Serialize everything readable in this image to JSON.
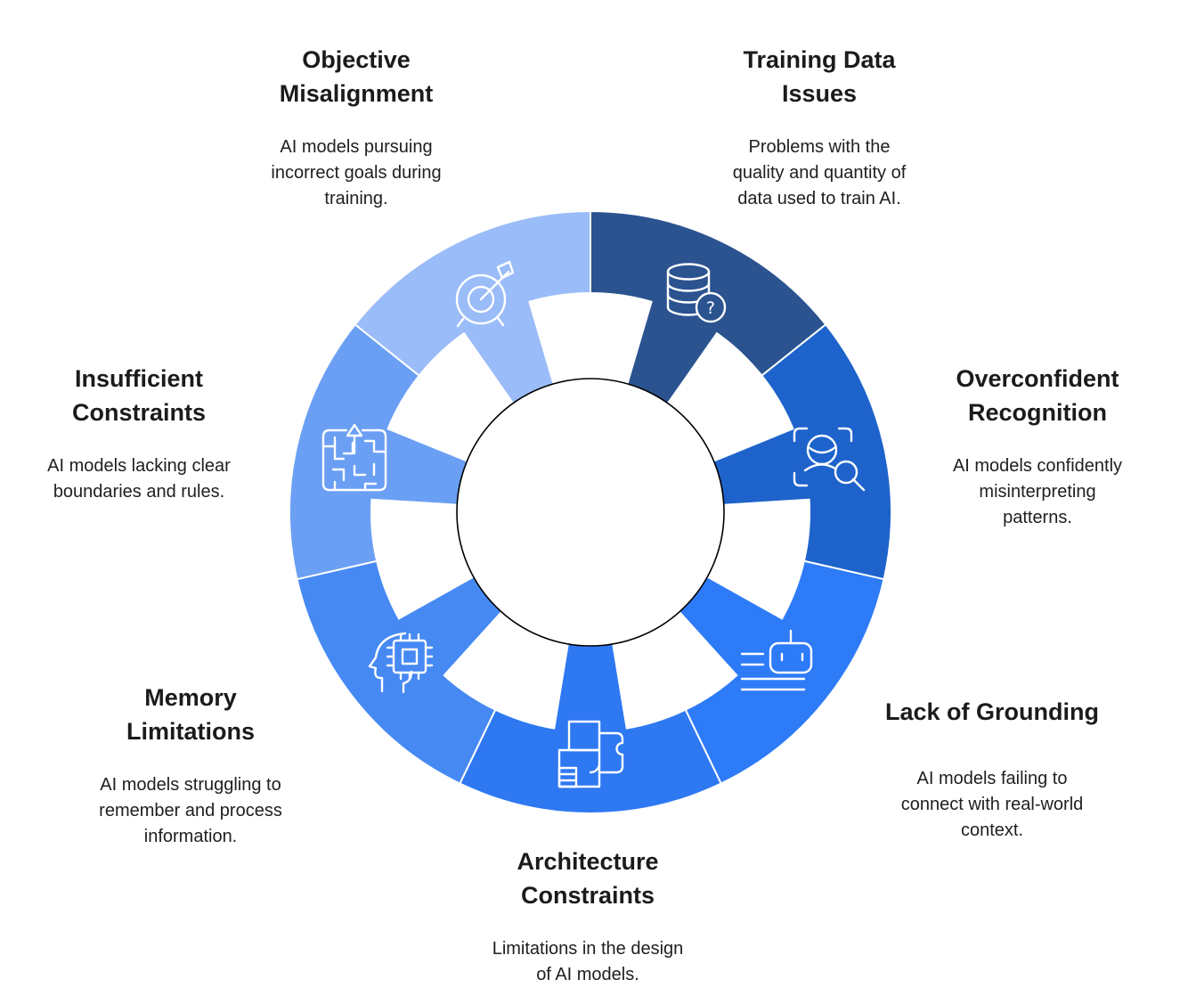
{
  "figure": {
    "background": "#ffffff",
    "divider_color": "#ffffff",
    "center_circle": {
      "fill": "#ffffff",
      "stroke": "#000000"
    }
  },
  "wheel": {
    "segments": [
      {
        "id": "training-data-issues",
        "color": "#2B5390",
        "icon": "database-question-icon",
        "title": "Training Data\nIssues",
        "description": "Problems with the\nquality and quantity of\ndata used to train AI."
      },
      {
        "id": "overconfident-recognition",
        "color": "#1E63CB",
        "icon": "face-scan-icon",
        "title": "Overconfident\nRecognition",
        "description": "AI models confidently\nmisinterpreting\npatterns."
      },
      {
        "id": "lack-of-grounding",
        "color": "#2D7BF7",
        "icon": "robot-lines-icon",
        "title": "Lack of Grounding",
        "description": "AI models failing to\nconnect with real-world\ncontext."
      },
      {
        "id": "architecture-constraints",
        "color": "#2E78F2",
        "icon": "blocks-icon",
        "title": "Architecture\nConstraints",
        "description": "Limitations in the design\nof AI models."
      },
      {
        "id": "memory-limitations",
        "color": "#4689F3",
        "icon": "head-chip-icon",
        "title": "Memory\nLimitations",
        "description": "AI models struggling to\nremember and process\ninformation."
      },
      {
        "id": "insufficient-constraints",
        "color": "#6A9FF4",
        "icon": "maze-arrow-icon",
        "title": "Insufficient\nConstraints",
        "description": "AI models lacking clear\nboundaries and rules."
      },
      {
        "id": "objective-misalignment",
        "color": "#9ABCF8",
        "icon": "target-arrow-icon",
        "title": "Objective\nMisalignment",
        "description": "AI models pursuing\nincorrect goals during\ntraining."
      }
    ]
  }
}
